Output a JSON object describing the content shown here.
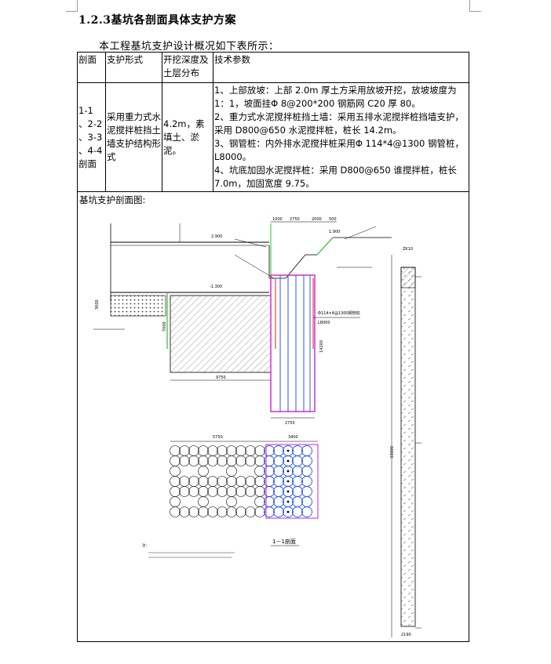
{
  "section_heading": "1.2.3基坑各剖面具体支护方案",
  "intro_text": "本工程基坑支护设计概况如下表所示：",
  "table": {
    "headers": {
      "section": "剖面",
      "support": "支护形式",
      "depth": "开挖深度及土层分布",
      "params": "技术参数"
    },
    "row": {
      "section": "1-1 、2-2 、3-3 、4-4 剖面",
      "support": "采用重力式水泥搅拌桩挡土墙支护结构形式",
      "depth": "4.2m，素填土、淤泥。",
      "params": [
        "1、上部放坡：上部 2.0m 厚土方采用放坡开挖，放坡坡度为 1：1，坡面挂Φ 8@200*200 钢筋网 C20 厚 80。",
        "2、重力式水泥搅拌桩挡土墙：采用五排水泥搅拌桩挡墙支护，采用 D800@650 水泥搅拌桩，桩长 14.2m。",
        "3、钢管桩：内外排水泥搅拌桩采用Φ 114*4@1300 钢管桩，L8000。",
        "4、坑底加固水泥搅拌桩：采用 D800@650 谁搅拌桩，桩长 7.0m，加固宽度 9.75。"
      ]
    },
    "drawing_label": "基坑支护剖面图:"
  },
  "drawing": {
    "dims_top": [
      "1000",
      "2750",
      "2000",
      "500"
    ],
    "elev_top": "2.900",
    "elev_mid": "1.900",
    "elev_base": "-1.300",
    "dim_width": "9750",
    "dim_wall": "2750",
    "dim_depth_left": "3000",
    "dim_depth_right": "14200",
    "dim_pile": "7000",
    "dim_plan_width": "5750",
    "dim_plan_wall": "3400",
    "pile_note": "Φ114×4@1300钢管桩",
    "pile_length": "L8000",
    "section_title": "1－1剖面",
    "borehole_top": "ZK10",
    "borehole_depth": "33000",
    "borehole_bottom": "2190",
    "notes_title": "注:"
  }
}
